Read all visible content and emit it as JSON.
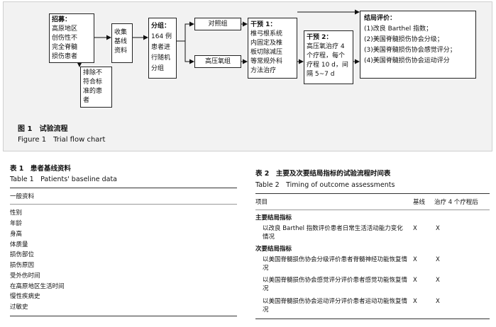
{
  "figure": {
    "boxes": {
      "recruit": {
        "title": "招募：",
        "lines": [
          "高原地区",
          "创伤性不",
          "完全脊髓",
          "损伤患者"
        ]
      },
      "exclude": {
        "lines": [
          "排除不",
          "符合标",
          "准的患",
          "者"
        ]
      },
      "collect": {
        "lines": [
          "收集",
          "基线",
          "资料"
        ]
      },
      "group": {
        "title": "分组：",
        "lines": [
          "164 例",
          "患者进",
          "行随机",
          "分组"
        ]
      },
      "control": {
        "text": "对照组"
      },
      "hbo": {
        "text": "高压氧组"
      },
      "interv1": {
        "title": "干预 1：",
        "lines": [
          "椎弓根系统",
          "内固定及椎",
          "板切除减压",
          "等常规外科",
          "方法治疗"
        ]
      },
      "interv2": {
        "title": "干预 2：",
        "lines": [
          "高压氧治疗 4",
          "个疗程，每个",
          "疗程 10 d，间",
          "隔 5~7 d"
        ]
      },
      "outcome": {
        "title": "结局评价：",
        "lines": [
          "(1)改良 Barthel 指数；",
          "(2)美国脊髓损伤协会分级；",
          "(3)美国脊髓损伤协会感觉评分；",
          "(4)美国脊髓损伤协会运动评分"
        ]
      }
    },
    "caption_cn": "图 1　试验流程",
    "caption_en": "Figure 1　Trial flow chart"
  },
  "table1": {
    "caption_cn": "表 1　患者基线资料",
    "caption_en": "Table 1　Patients' baseline data",
    "header": "一般资料",
    "rows": [
      "性别",
      "年龄",
      "身高",
      "体质量",
      "损伤部位",
      "损伤原因",
      "受外伤时间",
      "在高原地区生活时间",
      "慢性疾病史",
      "过敏史"
    ]
  },
  "table2": {
    "caption_cn": "表 2　主要及次要结局指标的试验流程时间表",
    "caption_en": "Table 2　Timing of outcome assessments",
    "headers": [
      "项目",
      "基线",
      "治疗 4 个疗程后"
    ],
    "sections": [
      {
        "title": "主要结局指标",
        "rows": [
          {
            "label": "以改良 Barthel 指数评价患者日常生活活动能力变化情况",
            "baseline": "X",
            "after": "X"
          }
        ]
      },
      {
        "title": "次要结局指标",
        "rows": [
          {
            "label": "以美国脊髓损伤协会分级评价患者脊髓神经功能恢复情况",
            "baseline": "X",
            "after": "X"
          },
          {
            "label": "以美国脊髓损伤协会感觉评分评价患者感觉功能恢复情况",
            "baseline": "X",
            "after": "X"
          },
          {
            "label": "以美国脊髓损伤协会运动评分评价患者运动功能恢复情况",
            "baseline": "X",
            "after": "X"
          }
        ]
      }
    ]
  }
}
